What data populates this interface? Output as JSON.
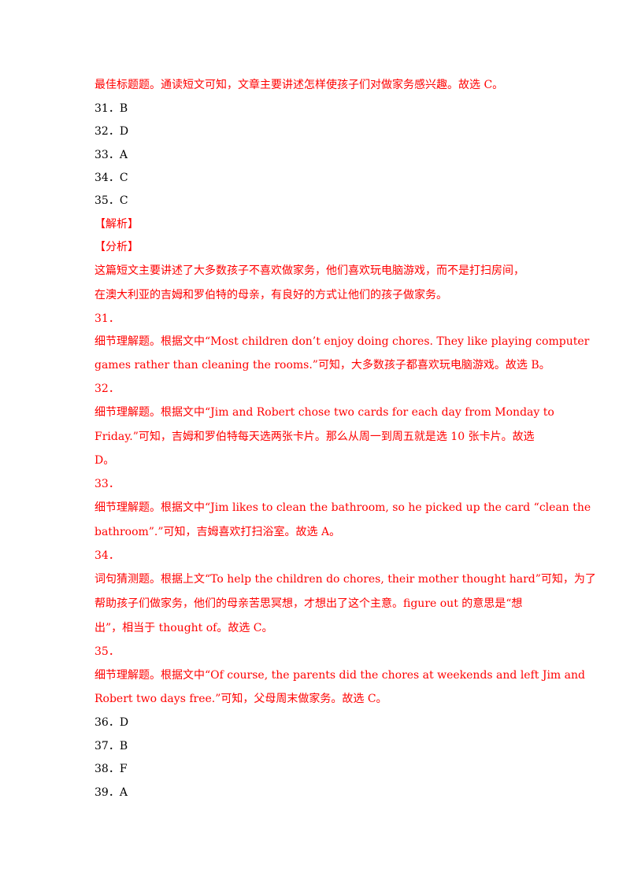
{
  "colors": {
    "text": "#000000",
    "explanation": "#ff0000"
  },
  "intro_line": "最佳标题题。通读短文可知，文章主要讲述怎样使孩子们对做家务感兴趣。故选 C。",
  "answers_top": [
    "31．B",
    "32．D",
    "33．A",
    "34．C",
    "35．C"
  ],
  "section_jiexi": "【解析】",
  "section_fenxi": "【分析】",
  "summary": [
    "这篇短文主要讲述了大多数孩子不喜欢做家务，他们喜欢玩电脑游戏，而不是打扫房间，",
    "在澳大利亚的吉姆和罗伯特的母亲，有良好的方式让他们的孩子做家务。"
  ],
  "q31": {
    "num": "31．",
    "lines": [
      "细节理解题。根据文中“Most children don’t enjoy doing chores. They like playing computer",
      "games rather than cleaning the rooms.”可知，大多数孩子都喜欢玩电脑游戏。故选 B。"
    ]
  },
  "q32": {
    "num": "32．",
    "lines": [
      "细节理解题。根据文中“Jim and Robert chose two cards for each day from Monday to",
      "Friday.”可知，吉姆和罗伯特每天选两张卡片。那么从周一到周五就是选 10 张卡片。故选",
      "D。"
    ]
  },
  "q33": {
    "num": "33．",
    "lines": [
      "细节理解题。根据文中“Jim likes to clean the bathroom, so he picked up the card “clean the",
      "bathroom”.”可知，吉姆喜欢打扫浴室。故选 A。"
    ]
  },
  "q34": {
    "num": "34．",
    "lines": [
      "词句猜测题。根据上文“To help the children do chores, their mother thought hard”可知，为了",
      "帮助孩子们做家务，他们的母亲苦思冥想，才想出了这个主意。figure out 的意思是“想",
      "出”，相当于 thought of。故选 C。"
    ]
  },
  "q35": {
    "num": "35．",
    "lines": [
      "细节理解题。根据文中“Of course, the parents did the chores at weekends and left Jim and",
      "Robert two days free.”可知，父母周末做家务。故选 C。"
    ]
  },
  "answers_bottom": [
    "36．D",
    "37．B",
    "38．F",
    "39．A"
  ]
}
